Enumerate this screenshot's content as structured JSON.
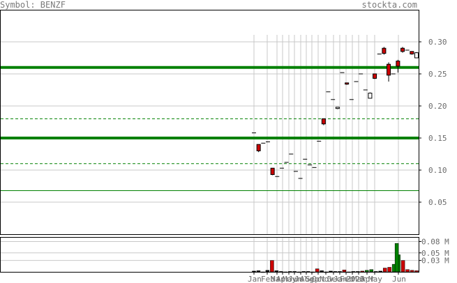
{
  "header": {
    "symbol_label": "Symbol: BENZF",
    "brand": "stockta.com"
  },
  "chart_data": [
    {
      "type": "candlestick",
      "title": "",
      "ylim": [
        0.0,
        0.35
      ],
      "y_ticks": [
        0.05,
        0.1,
        0.15,
        0.2,
        0.25,
        0.3
      ],
      "y_tick_labels": [
        "0.05",
        "0.10",
        "0.15",
        "0.20",
        "0.25",
        "0.30"
      ],
      "x_tick_labels": [
        "Jan",
        "Feb",
        "Mar",
        "Apr",
        "May",
        "Jun",
        "Jul",
        "Aug",
        "Sep",
        "Oct",
        "Nov",
        "Dec",
        "Jan",
        "Feb",
        "2025",
        "Mar",
        "Apr",
        "May",
        "Jun"
      ],
      "candles": [
        {
          "o": 0.158,
          "h": 0.158,
          "l": 0.158,
          "c": 0.158,
          "color": "flat"
        },
        {
          "o": 0.14,
          "h": 0.14,
          "l": 0.128,
          "c": 0.13,
          "color": "down"
        },
        {
          "o": 0.142,
          "h": 0.142,
          "l": 0.142,
          "c": 0.142,
          "color": "flat"
        },
        {
          "o": 0.144,
          "h": 0.144,
          "l": 0.144,
          "c": 0.144,
          "color": "flat"
        },
        {
          "o": 0.103,
          "h": 0.103,
          "l": 0.092,
          "c": 0.093,
          "color": "down"
        },
        {
          "o": 0.09,
          "h": 0.09,
          "l": 0.09,
          "c": 0.09,
          "color": "flat"
        },
        {
          "o": 0.103,
          "h": 0.103,
          "l": 0.103,
          "c": 0.103,
          "color": "flat"
        },
        {
          "o": 0.112,
          "h": 0.112,
          "l": 0.112,
          "c": 0.112,
          "color": "flat"
        },
        {
          "o": 0.125,
          "h": 0.125,
          "l": 0.125,
          "c": 0.125,
          "color": "flat"
        },
        {
          "o": 0.098,
          "h": 0.098,
          "l": 0.098,
          "c": 0.098,
          "color": "flat"
        },
        {
          "o": 0.087,
          "h": 0.087,
          "l": 0.087,
          "c": 0.087,
          "color": "flat"
        },
        {
          "o": 0.117,
          "h": 0.117,
          "l": 0.117,
          "c": 0.117,
          "color": "flat"
        },
        {
          "o": 0.108,
          "h": 0.108,
          "l": 0.108,
          "c": 0.108,
          "color": "flat"
        },
        {
          "o": 0.104,
          "h": 0.104,
          "l": 0.104,
          "c": 0.104,
          "color": "flat"
        },
        {
          "o": 0.145,
          "h": 0.145,
          "l": 0.145,
          "c": 0.145,
          "color": "flat"
        },
        {
          "o": 0.18,
          "h": 0.18,
          "l": 0.17,
          "c": 0.172,
          "color": "down"
        },
        {
          "o": 0.222,
          "h": 0.222,
          "l": 0.222,
          "c": 0.222,
          "color": "flat"
        },
        {
          "o": 0.21,
          "h": 0.21,
          "l": 0.21,
          "c": 0.21,
          "color": "flat"
        },
        {
          "o": 0.198,
          "h": 0.198,
          "l": 0.195,
          "c": 0.196,
          "color": "up"
        },
        {
          "o": 0.252,
          "h": 0.252,
          "l": 0.252,
          "c": 0.252,
          "color": "flat"
        },
        {
          "o": 0.236,
          "h": 0.236,
          "l": 0.233,
          "c": 0.234,
          "color": "down"
        },
        {
          "o": 0.21,
          "h": 0.21,
          "l": 0.21,
          "c": 0.21,
          "color": "flat"
        },
        {
          "o": 0.238,
          "h": 0.238,
          "l": 0.238,
          "c": 0.238,
          "color": "flat"
        },
        {
          "o": 0.25,
          "h": 0.25,
          "l": 0.25,
          "c": 0.25,
          "color": "flat"
        },
        {
          "o": 0.225,
          "h": 0.225,
          "l": 0.225,
          "c": 0.225,
          "color": "flat"
        },
        {
          "o": 0.212,
          "h": 0.221,
          "l": 0.212,
          "c": 0.22,
          "color": "up"
        },
        {
          "o": 0.25,
          "h": 0.25,
          "l": 0.242,
          "c": 0.243,
          "color": "down"
        },
        {
          "o": 0.281,
          "h": 0.281,
          "l": 0.281,
          "c": 0.281,
          "color": "flat"
        },
        {
          "o": 0.29,
          "h": 0.292,
          "l": 0.28,
          "c": 0.282,
          "color": "down"
        },
        {
          "o": 0.265,
          "h": 0.268,
          "l": 0.238,
          "c": 0.248,
          "color": "down"
        },
        {
          "o": 0.25,
          "h": 0.25,
          "l": 0.25,
          "c": 0.25,
          "color": "flat"
        },
        {
          "o": 0.27,
          "h": 0.272,
          "l": 0.252,
          "c": 0.262,
          "color": "down"
        },
        {
          "o": 0.29,
          "h": 0.292,
          "l": 0.283,
          "c": 0.285,
          "color": "down"
        },
        {
          "o": 0.287,
          "h": 0.287,
          "l": 0.287,
          "c": 0.287,
          "color": "flat"
        },
        {
          "o": 0.285,
          "h": 0.285,
          "l": 0.28,
          "c": 0.281,
          "color": "down"
        },
        {
          "o": 0.275,
          "h": 0.284,
          "l": 0.275,
          "c": 0.283,
          "color": "up"
        }
      ],
      "levels": [
        {
          "value": 0.26,
          "style": "support-resistance"
        },
        {
          "value": 0.15,
          "style": "support-resistance"
        },
        {
          "value": 0.18,
          "style": "dashed"
        },
        {
          "value": 0.11,
          "style": "dashed"
        },
        {
          "value": 0.068,
          "style": "thin"
        }
      ],
      "grid": true,
      "colors": {
        "down": "#cc0000",
        "up": "#ffffff",
        "level": "#008000",
        "flat": "#000000"
      }
    },
    {
      "type": "bar",
      "title": "",
      "ylim": [
        0,
        0.09
      ],
      "y_ticks": [
        0.03,
        0.05,
        0.08
      ],
      "y_tick_labels": [
        "0.03 M",
        "0.05 M",
        "0.08 M"
      ],
      "series": [
        {
          "values": [
            0.002,
            0.003,
            0.0,
            0.004,
            0.03,
            0.003,
            0.001,
            0.0,
            0.001,
            0.001,
            0.0,
            0.001,
            0.001,
            0.0,
            0.008,
            0.003,
            0.0,
            0.002,
            0.001,
            0.001,
            0.005,
            0.0,
            0.001,
            0.001,
            0.002,
            0.004,
            0.006,
            0.001,
            0.002,
            0.01,
            0.012,
            0.02,
            0.045,
            0.03,
            0.006,
            0.004,
            0.003
          ],
          "colors": [
            "flat",
            "flat",
            "flat",
            "flat",
            "down",
            "flat",
            "flat",
            "flat",
            "flat",
            "flat",
            "flat",
            "flat",
            "flat",
            "flat",
            "down",
            "flat",
            "flat",
            "flat",
            "flat",
            "flat",
            "down",
            "flat",
            "flat",
            "flat",
            "down",
            "up",
            "up",
            "flat",
            "flat",
            "down",
            "down",
            "up",
            "up",
            "down",
            "down",
            "down",
            "down"
          ]
        }
      ],
      "special_bars": [
        {
          "index": 31,
          "value": 0.075,
          "color": "up"
        }
      ],
      "grid": true,
      "colors": {
        "down": "#cc0000",
        "up": "#008000",
        "flat": "#000000"
      }
    }
  ]
}
